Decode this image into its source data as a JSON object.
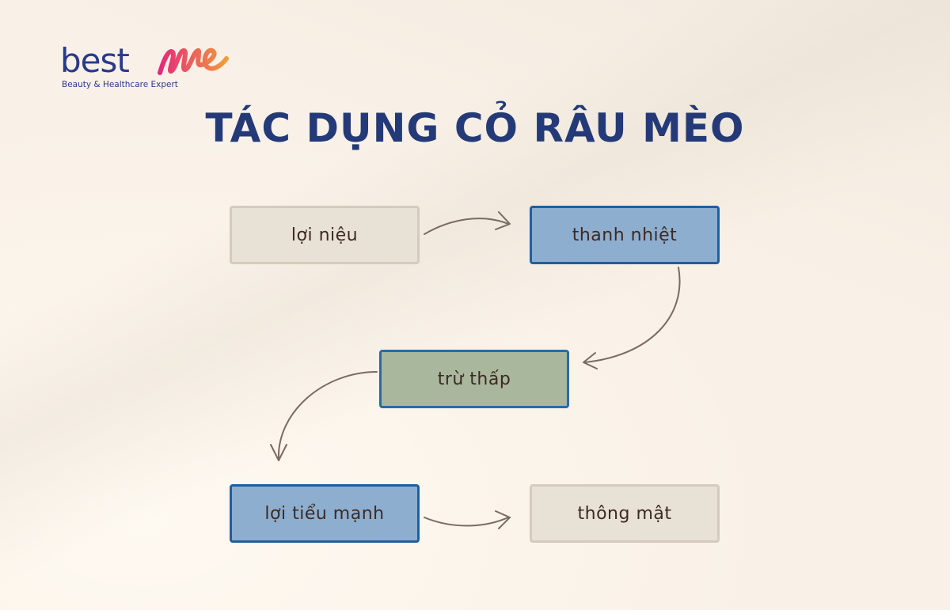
{
  "logo": {
    "word_main": "best",
    "word_accent": "me",
    "tagline": "Beauty & Healthcare Expert",
    "colors": {
      "main": "#2a3a8a",
      "accent_start": "#e4297a",
      "accent_end": "#f39a3c"
    }
  },
  "title": "TÁC DỤNG CỎ RÂU MÈO",
  "diagram": {
    "nodes": [
      {
        "id": "loi-nieu",
        "label": "lợi niệu",
        "style": "neutral"
      },
      {
        "id": "thanh-nhiet",
        "label": "thanh nhiệt",
        "style": "blue"
      },
      {
        "id": "tru-thap",
        "label": "trừ thấp",
        "style": "green"
      },
      {
        "id": "loi-tieu-manh",
        "label": "lợi tiểu mạnh",
        "style": "blue"
      },
      {
        "id": "thong-mat",
        "label": "thông mật",
        "style": "neutral"
      }
    ],
    "edges": [
      {
        "from": "loi-nieu",
        "to": "thanh-nhiet"
      },
      {
        "from": "thanh-nhiet",
        "to": "tru-thap"
      },
      {
        "from": "tru-thap",
        "to": "loi-tieu-manh"
      },
      {
        "from": "loi-tieu-manh",
        "to": "thong-mat"
      }
    ]
  },
  "colors": {
    "background": "#f9f1e7",
    "title": "#243a78",
    "arrow": "#7a6a62",
    "box_neutral_fill": "#e8e1d5",
    "box_blue_fill": "#8eaed0",
    "box_green_fill": "#a9b79d"
  }
}
